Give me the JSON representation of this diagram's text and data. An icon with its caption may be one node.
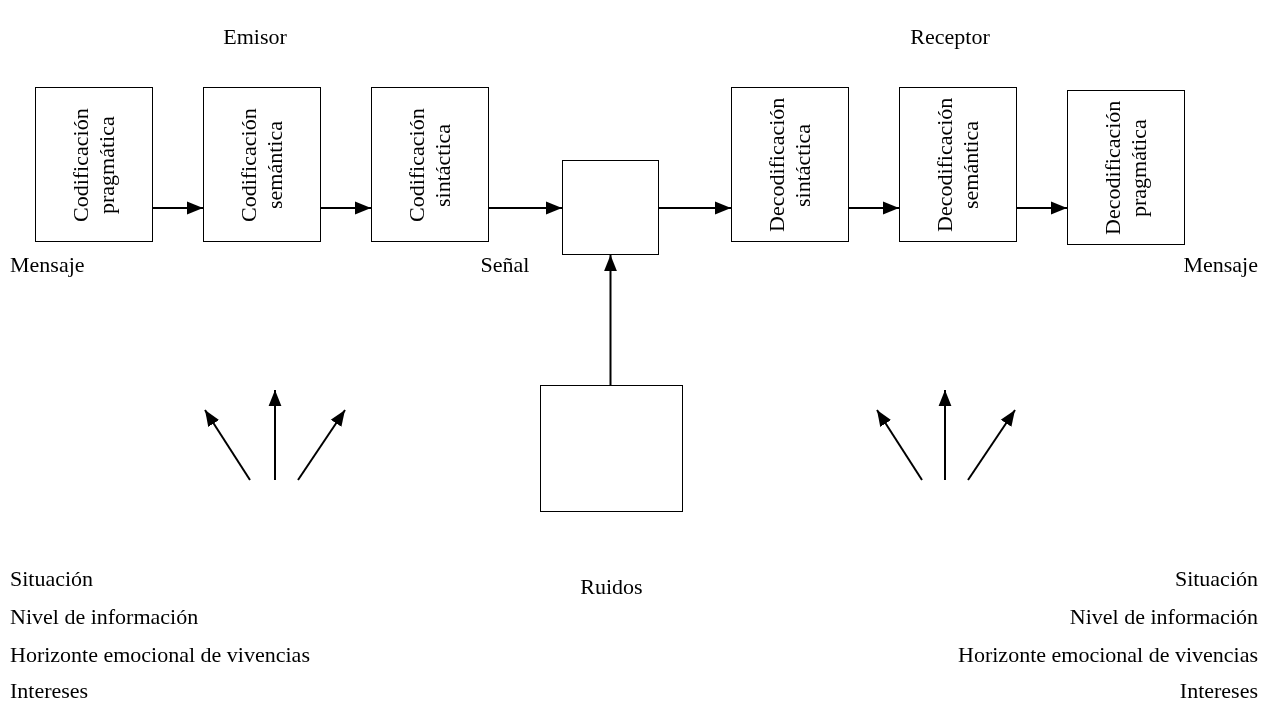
{
  "diagram": {
    "nodes": [
      {
        "text": [
          "Codificación pragmática"
        ]
      },
      {
        "text": [
          "Codificación semántica"
        ]
      },
      {
        "text": [
          "Codificación sintáctica"
        ]
      },
      {
        "text": [],
        "shape": "box"
      },
      {
        "text": [
          "Decodificación sintáctica"
        ]
      },
      {
        "text": [
          "Decodificación semántica"
        ]
      },
      {
        "text": [
          "Decodificación pragmática"
        ]
      },
      {
        "text": [
          "Ruidos"
        ]
      }
    ],
    "edges": [
      {
        "from": 0,
        "to": 1,
        "arrow": "to"
      },
      {
        "from": 1,
        "to": 2,
        "arrow": "to"
      },
      {
        "from": 2,
        "to": 3,
        "arrow": "to"
      },
      {
        "from": 3,
        "to": 4,
        "arrow": "to"
      },
      {
        "from": 4,
        "to": 5,
        "arrow": "to"
      },
      {
        "from": 5,
        "to": 6,
        "arrow": "to"
      },
      {
        "from": 7,
        "to": 3,
        "arrow": "to"
      }
    ],
    "labels": [
      "Emisor",
      "Receptor",
      "Mensaje",
      "Señal",
      "Mensaje",
      "Situación",
      "Situación",
      "Nivel de información",
      "Nivel de información",
      "Horizonte emocional de vivencias",
      "Horizonte emocional de vivencias",
      "Intereses",
      "Intereses"
    ]
  }
}
